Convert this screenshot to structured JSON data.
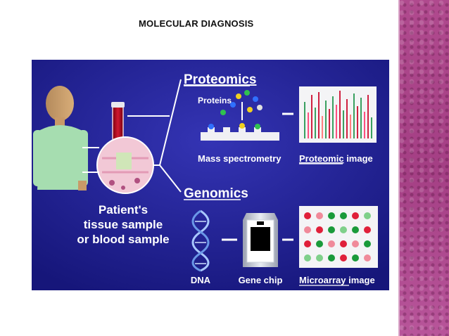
{
  "slide": {
    "title": "MOLECULAR DIAGNOSIS"
  },
  "figure": {
    "proteomics_heading": "Proteomics",
    "genomics_heading": "Genomics",
    "proteins_label": "Proteins",
    "mass_spec_label": "Mass spectrometry",
    "proteomic_image_label_underlined": "Proteomic",
    "proteomic_image_label_rest": " image",
    "patient_line1": "Patient's",
    "patient_line2": "tissue sample",
    "patient_line3": "or blood sample",
    "dna_label": "DNA",
    "gene_chip_label": "Gene chip",
    "microarray_label_underlined": "Microarray",
    "microarray_label_rest": " image"
  },
  "colors": {
    "background_blue": "#1f1f8f",
    "side_band": "#a8448a",
    "heading_text": "#ffffff",
    "spot_red": "#e0203a",
    "spot_green": "#1a9a3a",
    "spot_pink": "#f08a9a",
    "spot_lightgreen": "#7fd08a"
  },
  "icons": [
    "patient-figure-icon",
    "blood-tube-icon",
    "tissue-magnifier-icon",
    "mass-spec-plate-icon",
    "dna-helix-icon",
    "gene-chip-icon",
    "arrow-icon"
  ]
}
